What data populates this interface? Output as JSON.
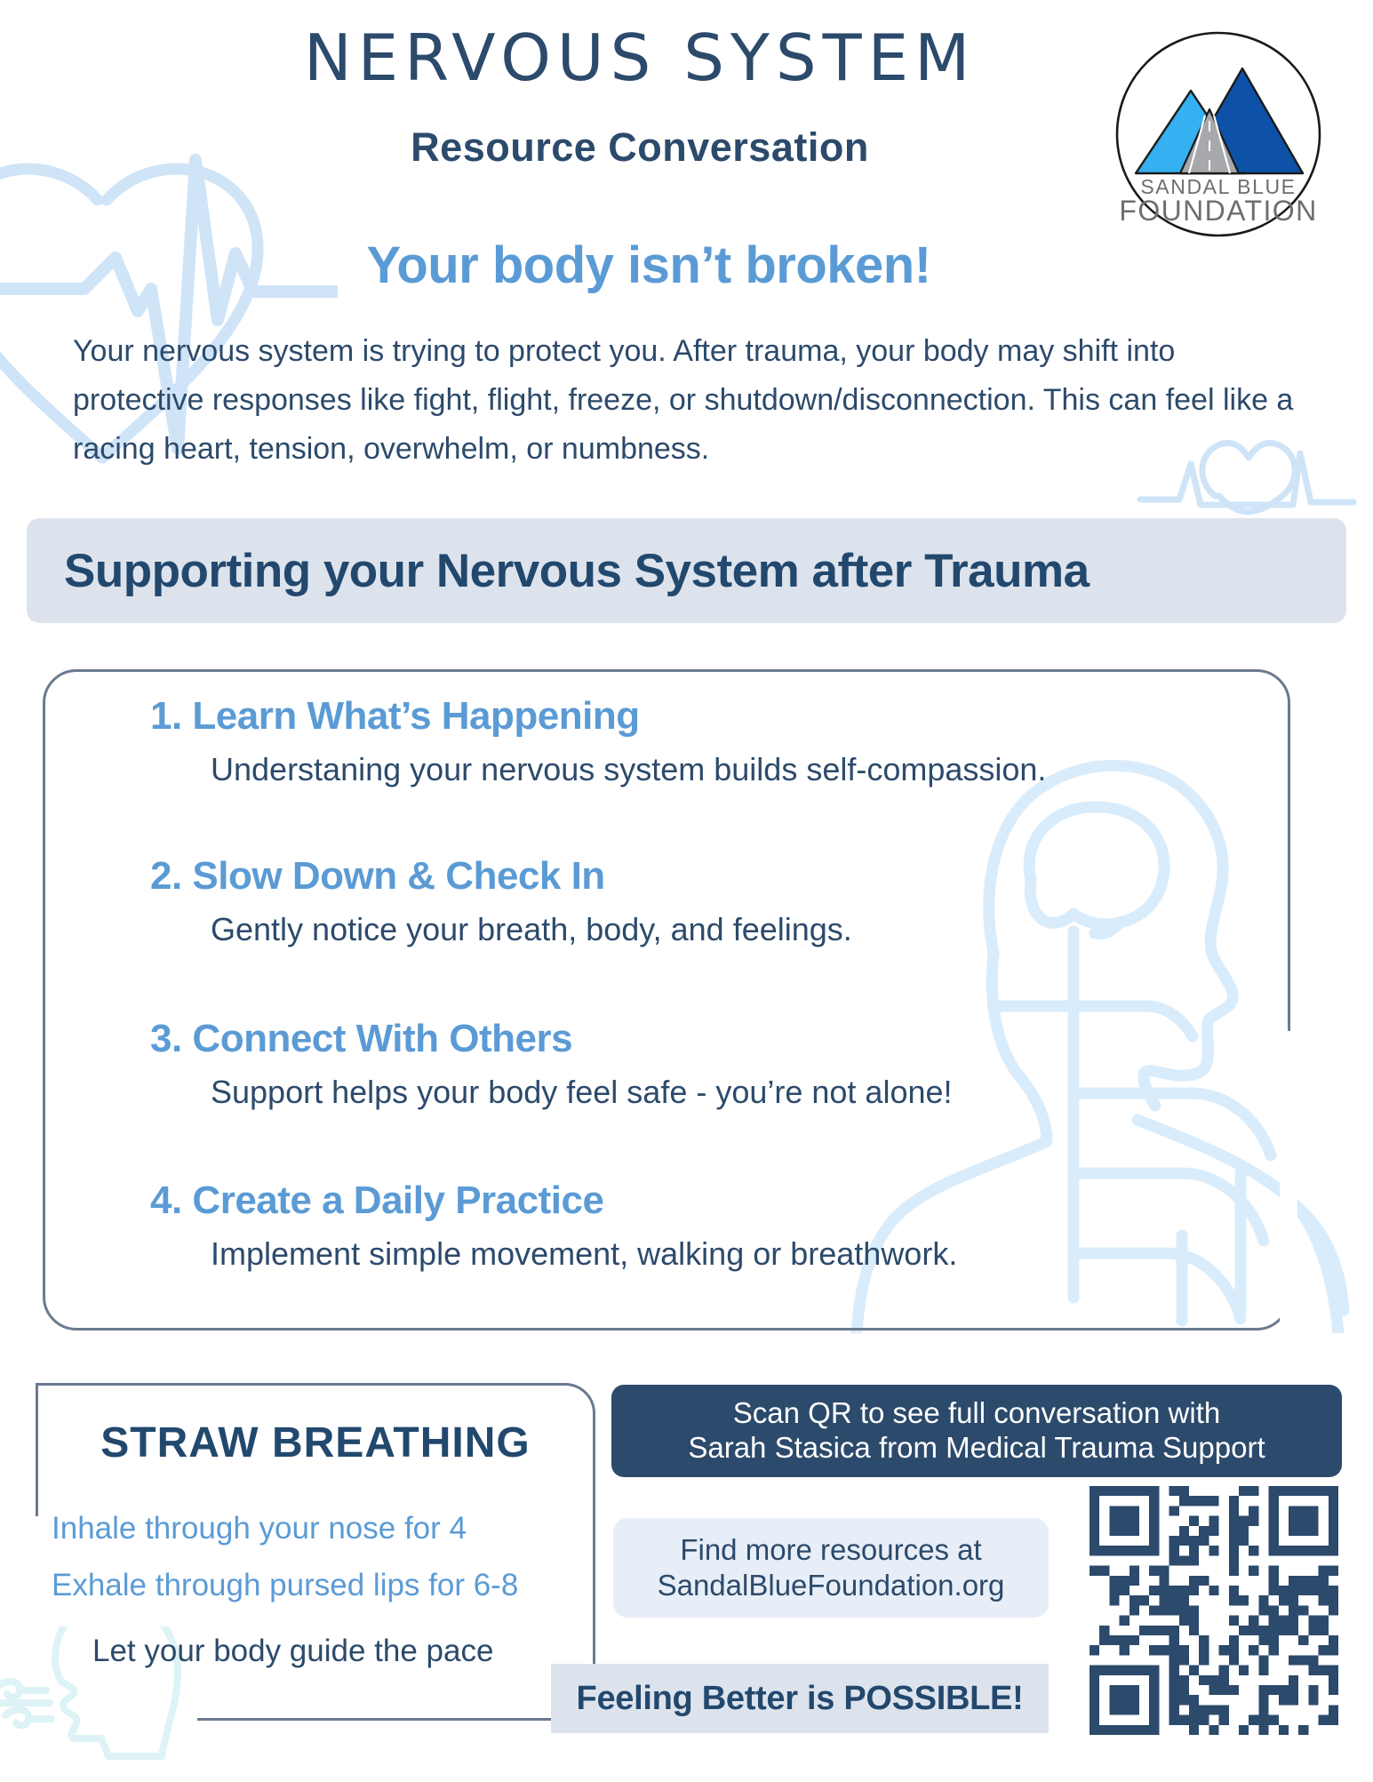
{
  "header": {
    "title": "NERVOUS SYSTEM",
    "subtitle": "Resource Conversation",
    "logo": {
      "line1": "SANDAL BLUE",
      "line2": "FOUNDATION",
      "name": "sandal-blue-foundation-logo"
    }
  },
  "hero": {
    "heading": "Your body isn’t broken!",
    "paragraph": "Your nervous system is trying to protect you. After trauma, your body may shift into protective responses like fight, flight, freeze, or shutdown/disconnection. This can feel like a racing heart, tension, overwhelm, or numbness."
  },
  "banner": {
    "text": "Supporting your Nervous System after Trauma"
  },
  "steps": [
    {
      "title": "1. Learn What’s Happening",
      "desc": "Understaning your nervous system builds self-compassion."
    },
    {
      "title": "2. Slow Down & Check In",
      "desc": "Gently notice your breath, body, and feelings."
    },
    {
      "title": "3. Connect With Others",
      "desc": "Support helps your body feel safe - you’re not alone!"
    },
    {
      "title": "4. Create a Daily Practice",
      "desc": "Implement simple movement, walking or breathwork."
    }
  ],
  "straw_breathing": {
    "title": "STRAW BREATHING",
    "line1": "Inhale through your nose for 4",
    "line2": "Exhale through pursed lips for 6-8",
    "line3": "Let your body guide the pace"
  },
  "qr_callout": {
    "line1": "Scan QR to see full conversation with",
    "line2": "Sarah Stasica from Medical Trauma Support"
  },
  "resources": {
    "line1": "Find more resources at",
    "line2": "SandalBlueFoundation.org"
  },
  "footer": {
    "possible": "Feeling Better is POSSIBLE!"
  },
  "colors": {
    "navy": "#2c4a6b",
    "deep_navy": "#22486e",
    "accent_blue": "#5b9bd5",
    "banner_bg": "#dde3ec",
    "soft_box_bg": "#e8eef7",
    "card_border": "#6b7a8f",
    "decor_blue": "#cfe4f7",
    "logo_light_blue": "#35b0f0",
    "logo_dark_blue": "#0d52a8",
    "logo_gray": "#a6a8ab"
  }
}
